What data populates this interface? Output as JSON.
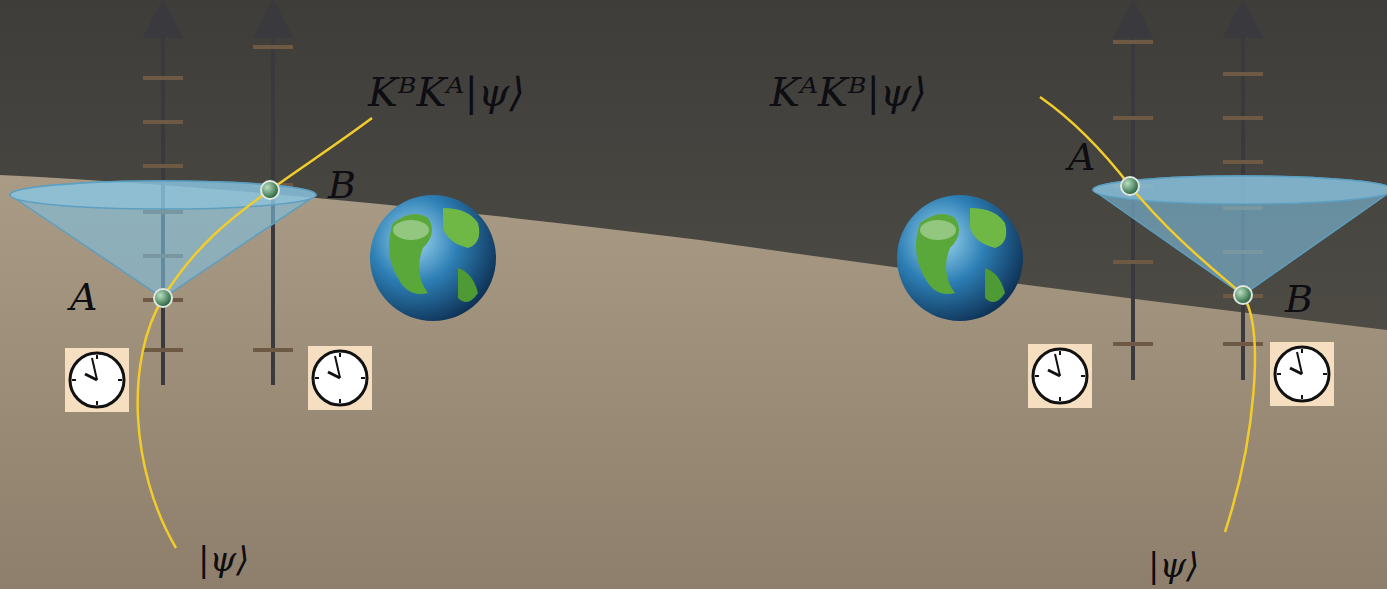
{
  "diagram": {
    "labels": [
      "KᴮKᴬ|ψ⟩",
      "A",
      "B",
      "|ψ⟩",
      "KᴬKᴮ|ψ⟩",
      "A",
      "B",
      "|ψ⟩"
    ]
  }
}
